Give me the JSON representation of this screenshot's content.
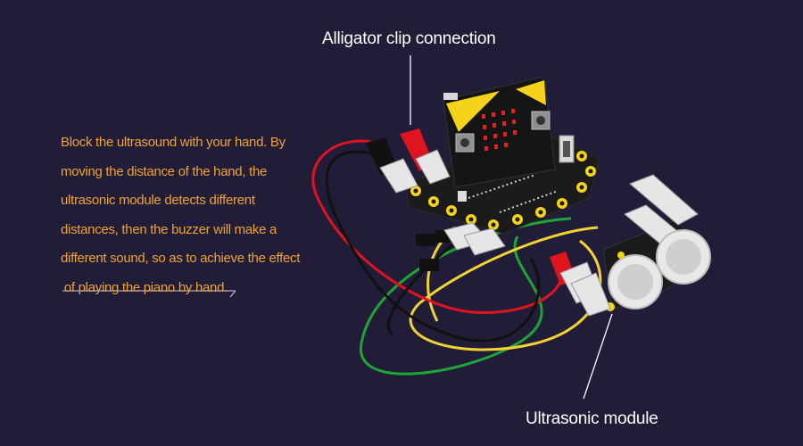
{
  "callouts": {
    "top": "Alligator clip connection",
    "bottom": "Ultrasonic module"
  },
  "description": {
    "lines": [
      "Block the ultrasound with your hand. By",
      "moving the distance of the hand, the",
      "ultrasonic module detects different",
      "distances, then the buzzer will make a",
      "different sound, so as to achieve the effect",
      " of playing the piano by hand."
    ]
  },
  "colors": {
    "background": "#211d38",
    "text_accent": "#f0a32e",
    "wire_red": "#e0141e",
    "wire_black": "#111111",
    "wire_yellow": "#f2d232",
    "wire_green": "#1ea536",
    "board": "#1b1b1b",
    "board_accent": "#f5d31b"
  }
}
